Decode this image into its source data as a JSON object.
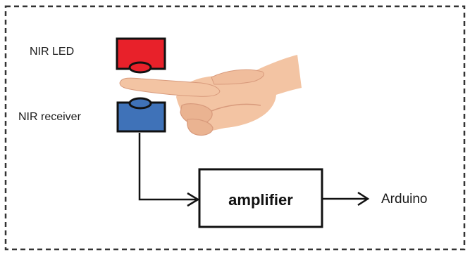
{
  "labels": {
    "nir_led": "NIR LED",
    "nir_receiver": "NIR receiver",
    "amplifier": "amplifier",
    "arduino": "Arduino"
  },
  "colors": {
    "led": "#e8212a",
    "receiver": "#3f72b8",
    "outline": "#111111",
    "skin": "#f3c4a3",
    "skin_shadow": "#d89a7c",
    "border": "#333333"
  },
  "icons": {
    "hand": "pointing-hand-icon"
  }
}
